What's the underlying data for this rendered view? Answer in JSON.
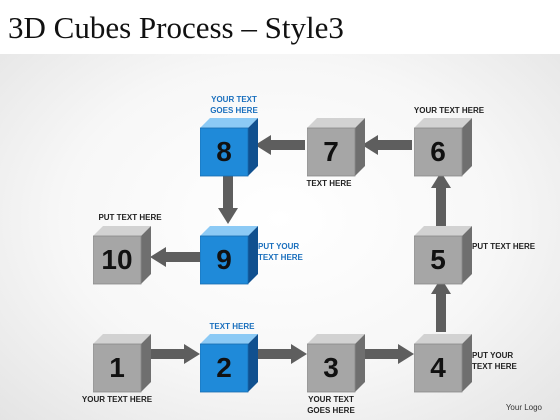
{
  "title": "3D Cubes Process – Style3",
  "logo": "Your Logo",
  "colors": {
    "grey_cube": "#a6a6a6",
    "blue_cube": "#1f8ad9",
    "arrow": "#5e5e5e",
    "blue_text": "#1a6fbd"
  },
  "cubes": [
    {
      "number": "1",
      "style": "grey",
      "label": "YOUR TEXT HERE"
    },
    {
      "number": "2",
      "style": "blue",
      "label": "TEXT HERE"
    },
    {
      "number": "3",
      "style": "grey",
      "label": "YOUR TEXT GOES HERE"
    },
    {
      "number": "4",
      "style": "grey",
      "label": "PUT YOUR TEXT HERE"
    },
    {
      "number": "5",
      "style": "grey",
      "label": "PUT TEXT HERE"
    },
    {
      "number": "6",
      "style": "grey",
      "label": "YOUR TEXT HERE"
    },
    {
      "number": "7",
      "style": "grey",
      "label": "TEXT HERE"
    },
    {
      "number": "8",
      "style": "blue",
      "label": "YOUR TEXT GOES HERE"
    },
    {
      "number": "9",
      "style": "blue",
      "label": "PUT YOUR TEXT HERE"
    },
    {
      "number": "10",
      "style": "grey",
      "label": "PUT TEXT HERE"
    }
  ],
  "label_lines": {
    "c1": [
      "YOUR TEXT HERE"
    ],
    "c2": [
      "TEXT HERE"
    ],
    "c3": [
      "YOUR TEXT",
      "GOES HERE"
    ],
    "c4": [
      "PUT YOUR",
      "TEXT HERE"
    ],
    "c5": [
      "PUT TEXT HERE"
    ],
    "c6": [
      "YOUR TEXT HERE"
    ],
    "c7": [
      "TEXT HERE"
    ],
    "c8": [
      "YOUR TEXT",
      "GOES HERE"
    ],
    "c9": [
      "PUT YOUR",
      "TEXT HERE"
    ],
    "c10": [
      "PUT TEXT HERE"
    ]
  }
}
